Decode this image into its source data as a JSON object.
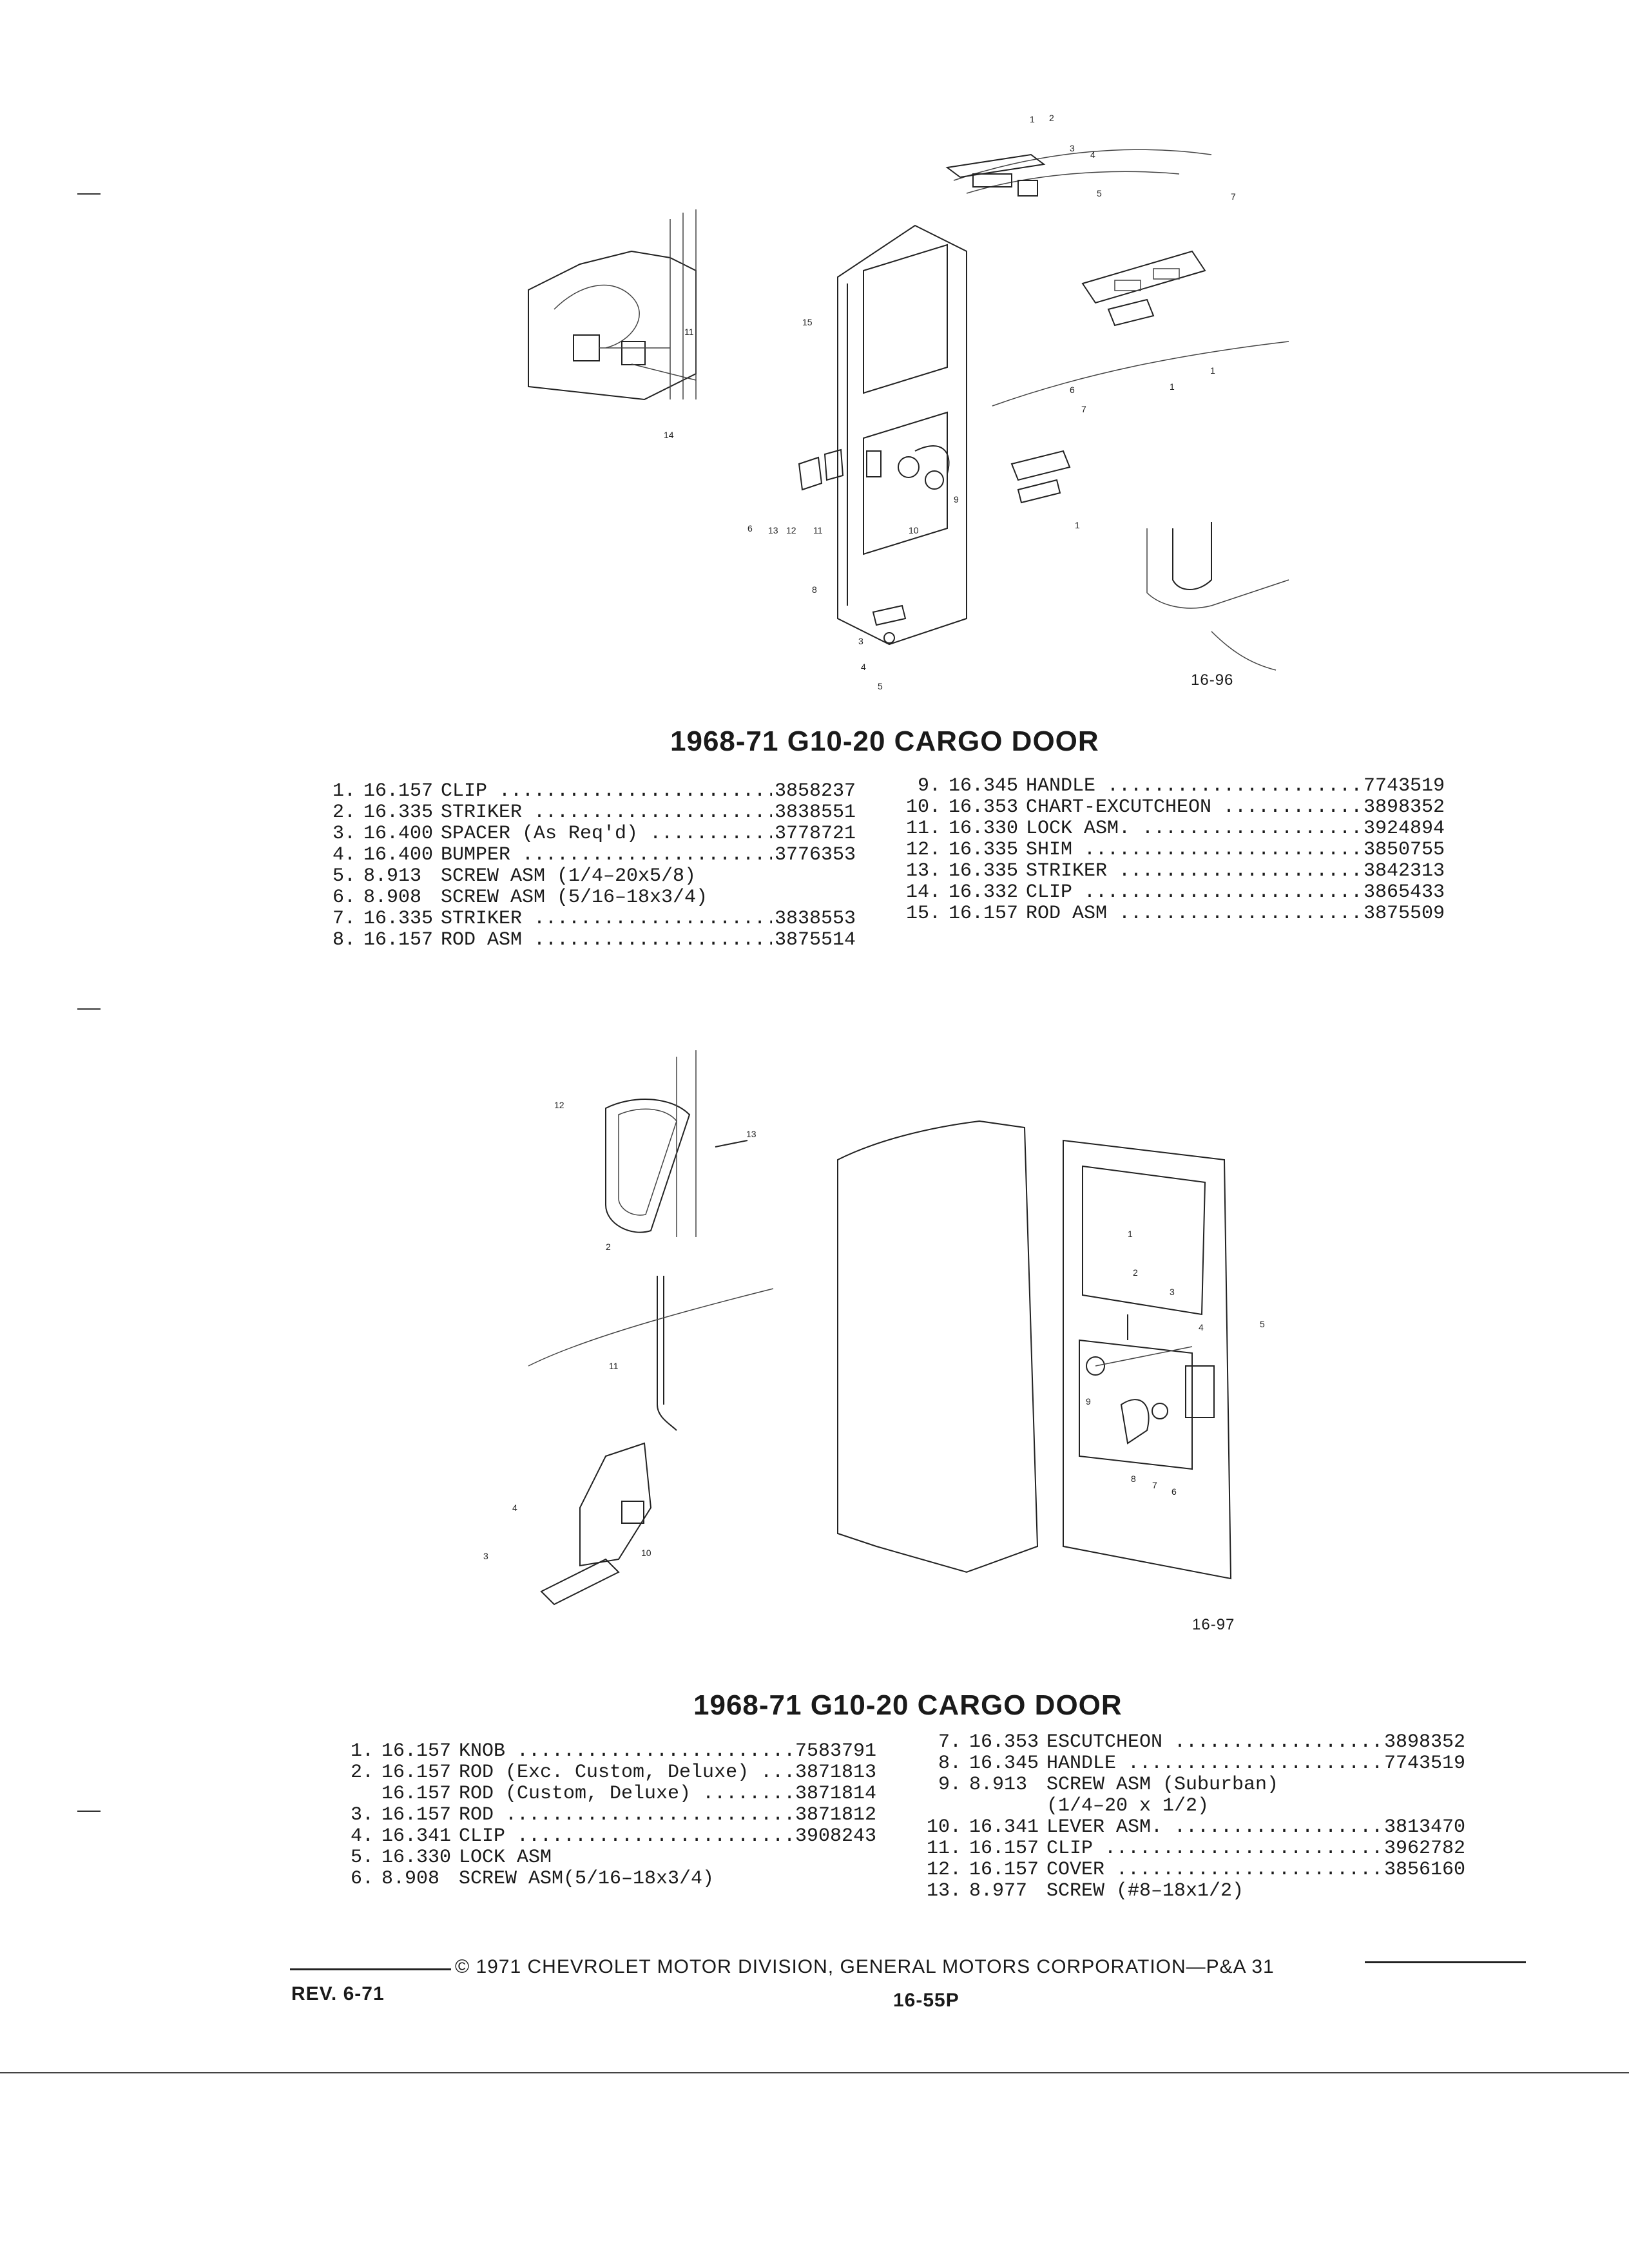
{
  "figure1": {
    "label": "16-96",
    "callouts": [
      "1",
      "2",
      "3",
      "4",
      "5",
      "7",
      "15",
      "11",
      "14",
      "6",
      "7",
      "1",
      "1",
      "6",
      "13",
      "12",
      "11",
      "8",
      "10",
      "9",
      "3",
      "4",
      "5",
      "1"
    ]
  },
  "section1": {
    "title": "1968-71 G10-20 CARGO DOOR",
    "left": [
      {
        "n": "1.",
        "grp": "16.157",
        "desc": "CLIP",
        "pn": "3858237"
      },
      {
        "n": "2.",
        "grp": "16.335",
        "desc": "STRIKER",
        "pn": "3838551"
      },
      {
        "n": "3.",
        "grp": "16.400",
        "desc": "SPACER (As Req'd)",
        "pn": "3778721"
      },
      {
        "n": "4.",
        "grp": "16.400",
        "desc": "BUMPER",
        "pn": "3776353"
      },
      {
        "n": "5.",
        "grp": "8.913",
        "desc": "SCREW ASM (1/4–20x5/8)",
        "pn": ""
      },
      {
        "n": "6.",
        "grp": "8.908",
        "desc": "SCREW ASM (5/16–18x3/4)",
        "pn": ""
      },
      {
        "n": "7.",
        "grp": "16.335",
        "desc": "STRIKER",
        "pn": "3838553"
      },
      {
        "n": "8.",
        "grp": "16.157",
        "desc": "ROD ASM",
        "pn": "3875514"
      }
    ],
    "right": [
      {
        "n": "9.",
        "grp": "16.345",
        "desc": "HANDLE",
        "pn": "7743519"
      },
      {
        "n": "10.",
        "grp": "16.353",
        "desc": "CHART-EXCUTCHEON",
        "pn": "3898352"
      },
      {
        "n": "11.",
        "grp": "16.330",
        "desc": "LOCK ASM.",
        "pn": "3924894"
      },
      {
        "n": "12.",
        "grp": "16.335",
        "desc": "SHIM",
        "pn": "3850755"
      },
      {
        "n": "13.",
        "grp": "16.335",
        "desc": "STRIKER",
        "pn": "3842313"
      },
      {
        "n": "14.",
        "grp": "16.332",
        "desc": "CLIP",
        "pn": "3865433"
      },
      {
        "n": "15.",
        "grp": "16.157",
        "desc": "ROD ASM",
        "pn": "3875509"
      }
    ]
  },
  "figure2": {
    "label": "16-97",
    "callouts": [
      "12",
      "13",
      "2",
      "11",
      "4",
      "3",
      "10",
      "1",
      "2",
      "3",
      "4",
      "5",
      "9",
      "8",
      "7",
      "6"
    ]
  },
  "section2": {
    "title": "1968-71 G10-20 CARGO DOOR",
    "left": [
      {
        "n": "1.",
        "grp": "16.157",
        "desc": "KNOB",
        "pn": "7583791"
      },
      {
        "n": "2.",
        "grp": "16.157",
        "desc": "ROD (Exc. Custom, Deluxe)",
        "pn": "3871813"
      },
      {
        "n": "",
        "grp": "16.157",
        "desc": "ROD (Custom, Deluxe)",
        "pn": "3871814"
      },
      {
        "n": "3.",
        "grp": "16.157",
        "desc": "ROD",
        "pn": "3871812"
      },
      {
        "n": "4.",
        "grp": "16.341",
        "desc": "CLIP",
        "pn": "3908243"
      },
      {
        "n": "5.",
        "grp": "16.330",
        "desc": "LOCK ASM",
        "pn": ""
      },
      {
        "n": "6.",
        "grp": "8.908",
        "desc": "SCREW ASM(5/16–18x3/4)",
        "pn": ""
      }
    ],
    "right": [
      {
        "n": "7.",
        "grp": "16.353",
        "desc": "ESCUTCHEON",
        "pn": "3898352"
      },
      {
        "n": "8.",
        "grp": "16.345",
        "desc": "HANDLE",
        "pn": "7743519"
      },
      {
        "n": "9.",
        "grp": "8.913",
        "desc": "SCREW ASM (Suburban)",
        "pn": ""
      },
      {
        "n": "",
        "grp": "",
        "desc": "(1/4–20 x 1/2)",
        "pn": ""
      },
      {
        "n": "10.",
        "grp": "16.341",
        "desc": "LEVER ASM.",
        "pn": "3813470"
      },
      {
        "n": "11.",
        "grp": "16.157",
        "desc": "CLIP",
        "pn": "3962782"
      },
      {
        "n": "12.",
        "grp": "16.157",
        "desc": "COVER",
        "pn": "3856160"
      },
      {
        "n": "13.",
        "grp": "8.977",
        "desc": "SCREW (#8–18x1/2)",
        "pn": ""
      }
    ]
  },
  "footer": {
    "copyright": "© 1971 CHEVROLET MOTOR DIVISION, GENERAL MOTORS CORPORATION—P&A 31",
    "rev": "REV. 6-71",
    "page": "16-55P"
  }
}
